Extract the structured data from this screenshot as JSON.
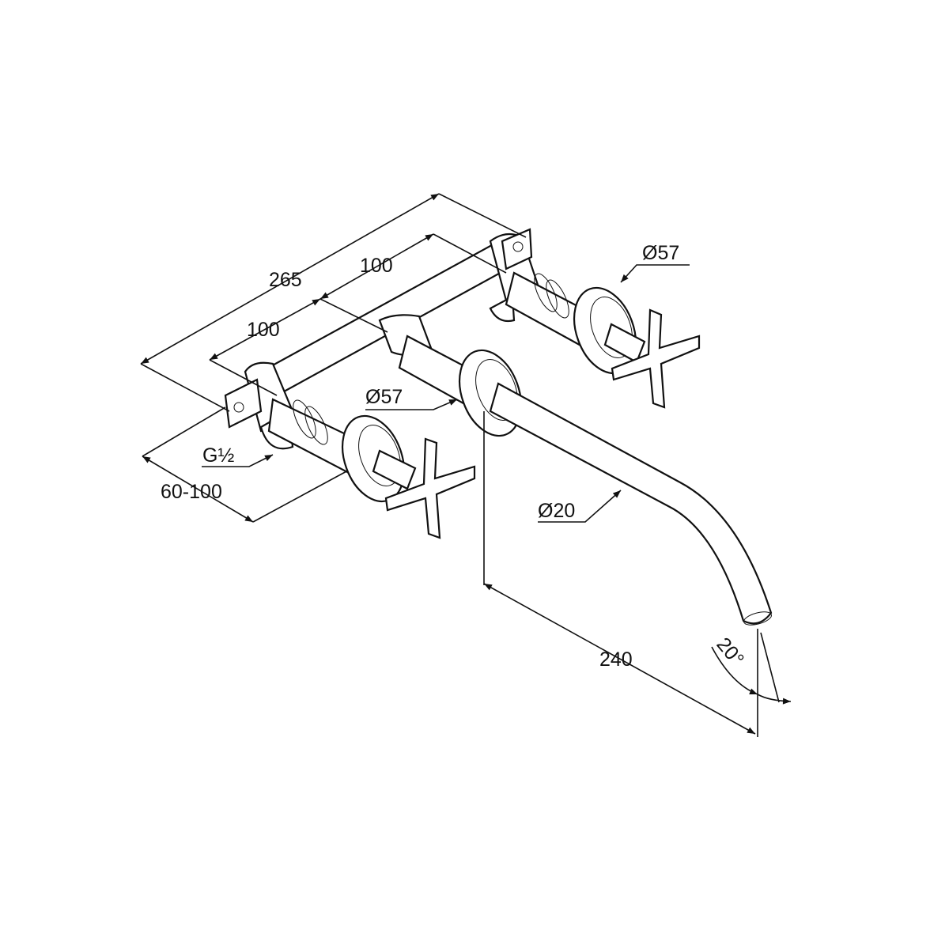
{
  "title": "Wall-mounted three-hole basin tap dimension drawing",
  "dimensions": {
    "overall_width": "265",
    "handle_spacing_right": "100",
    "handle_spacing_left": "100",
    "escutcheon_diameter_right": "Ø57",
    "escutcheon_diameter_center": "Ø57",
    "connection_thread": "G½",
    "wall_depth_range": "60-100",
    "spout_diameter": "Ø20",
    "spout_projection": "240",
    "spout_angle": "20°"
  },
  "colors": {
    "line": "#111111",
    "background": "#ffffff"
  }
}
